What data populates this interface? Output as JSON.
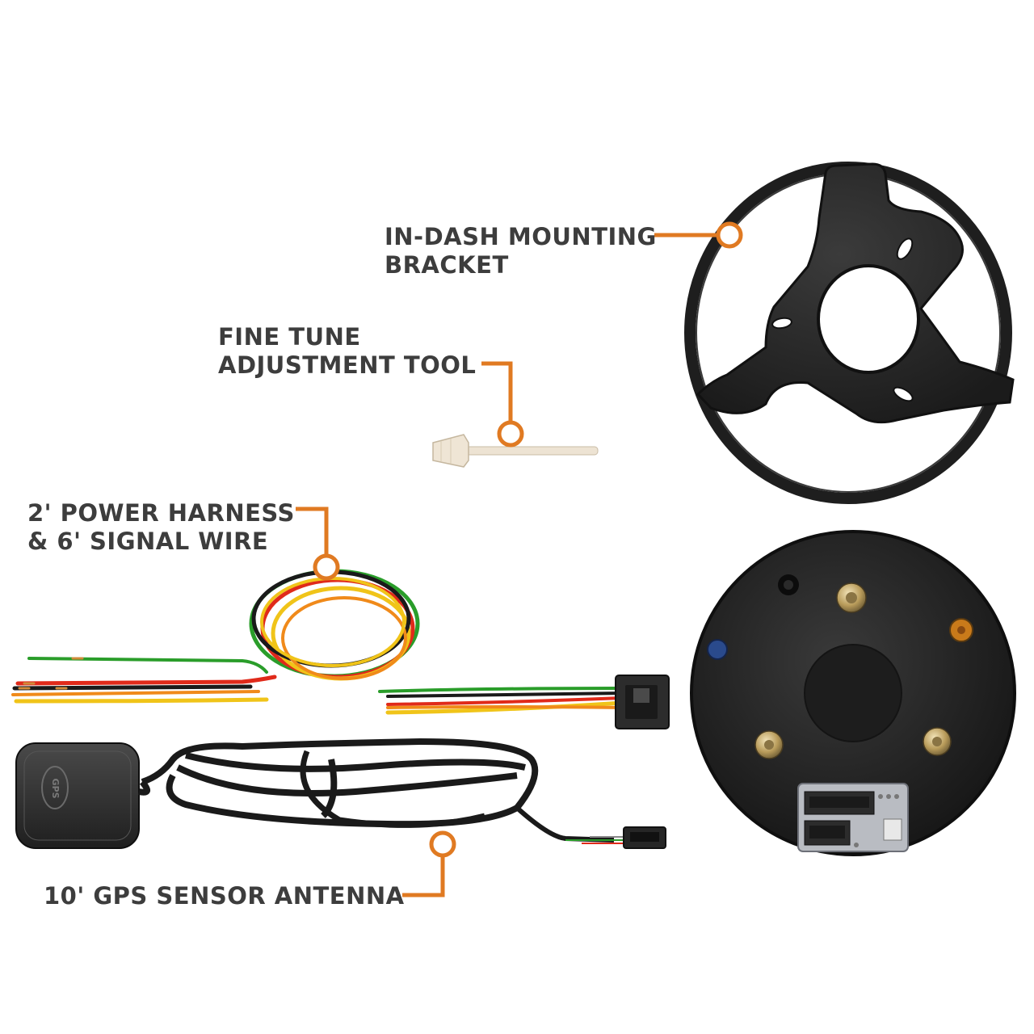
{
  "labels": {
    "bracket": {
      "line1": "IN-DASH MOUNTING",
      "line2": "BRACKET"
    },
    "tool": {
      "line1": "FINE TUNE",
      "line2": "ADJUSTMENT TOOL"
    },
    "harness": {
      "line1": "2' POWER HARNESS",
      "line2": "& 6' SIGNAL WIRE"
    },
    "gps": {
      "line1": "10' GPS SENSOR ANTENNA"
    }
  },
  "antenna_marking": "GPS",
  "colors": {
    "callout": "#e07a22",
    "label_text": "#3d3d3d",
    "background": "#ffffff",
    "wire_green": "#2a9d2a",
    "wire_red": "#e02a1a",
    "wire_yellow": "#f0c419",
    "wire_black": "#1a1a1a",
    "wire_orange": "#f08a1a"
  }
}
